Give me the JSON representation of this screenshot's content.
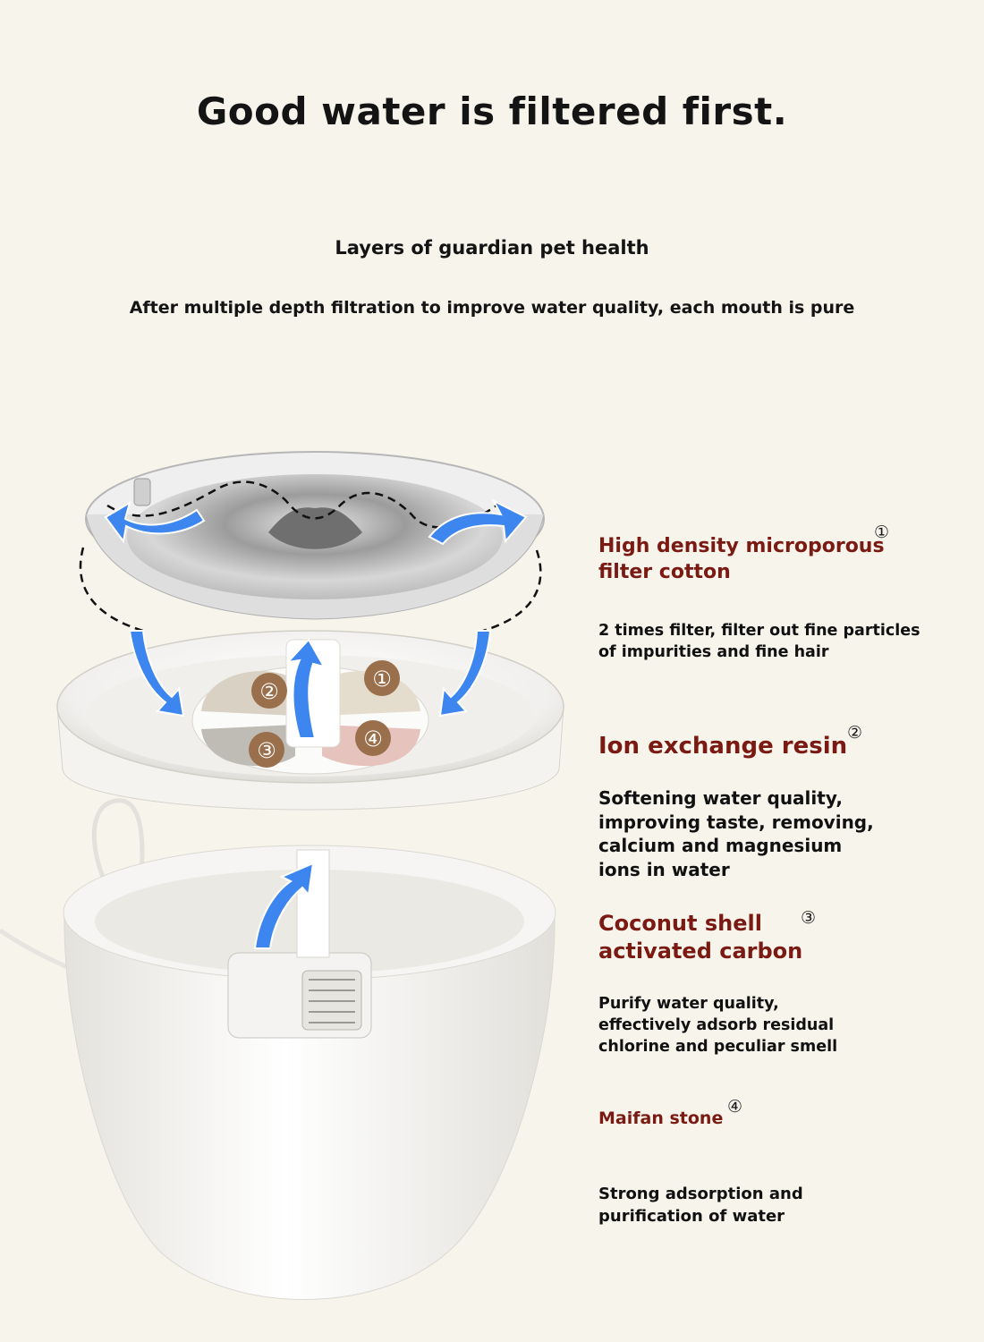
{
  "headline": "Good water is filtered first.",
  "subhead": "Layers of guardian pet health",
  "tagline": "After multiple depth filtration to improve water quality, each mouth is pure",
  "colors": {
    "background": "#f7f4ec",
    "accent": "#7a1a12",
    "arrow": "#3d86f0"
  },
  "product_labels": [
    "①",
    "②",
    "③",
    "④"
  ],
  "features": [
    {
      "num": "①",
      "title_lines": [
        "High density microporous",
        "filter cotton"
      ],
      "desc_lines": [
        "2 times filter, filter out fine particles",
        "of impurities and fine hair"
      ]
    },
    {
      "num": "②",
      "title_lines": [
        "Ion exchange resin"
      ],
      "desc_lines": [
        "Softening water quality,",
        "improving taste, removing,",
        "calcium and magnesium",
        "ions in water"
      ]
    },
    {
      "num": "③",
      "title_lines": [
        "Coconut shell",
        "activated carbon"
      ],
      "desc_lines": [
        "Purify water quality,",
        "effectively adsorb residual",
        "chlorine and peculiar smell"
      ]
    },
    {
      "num": "④",
      "title_lines": [
        "Maifan stone"
      ],
      "desc_lines": [
        "Strong adsorption and",
        "purification of water"
      ]
    }
  ]
}
